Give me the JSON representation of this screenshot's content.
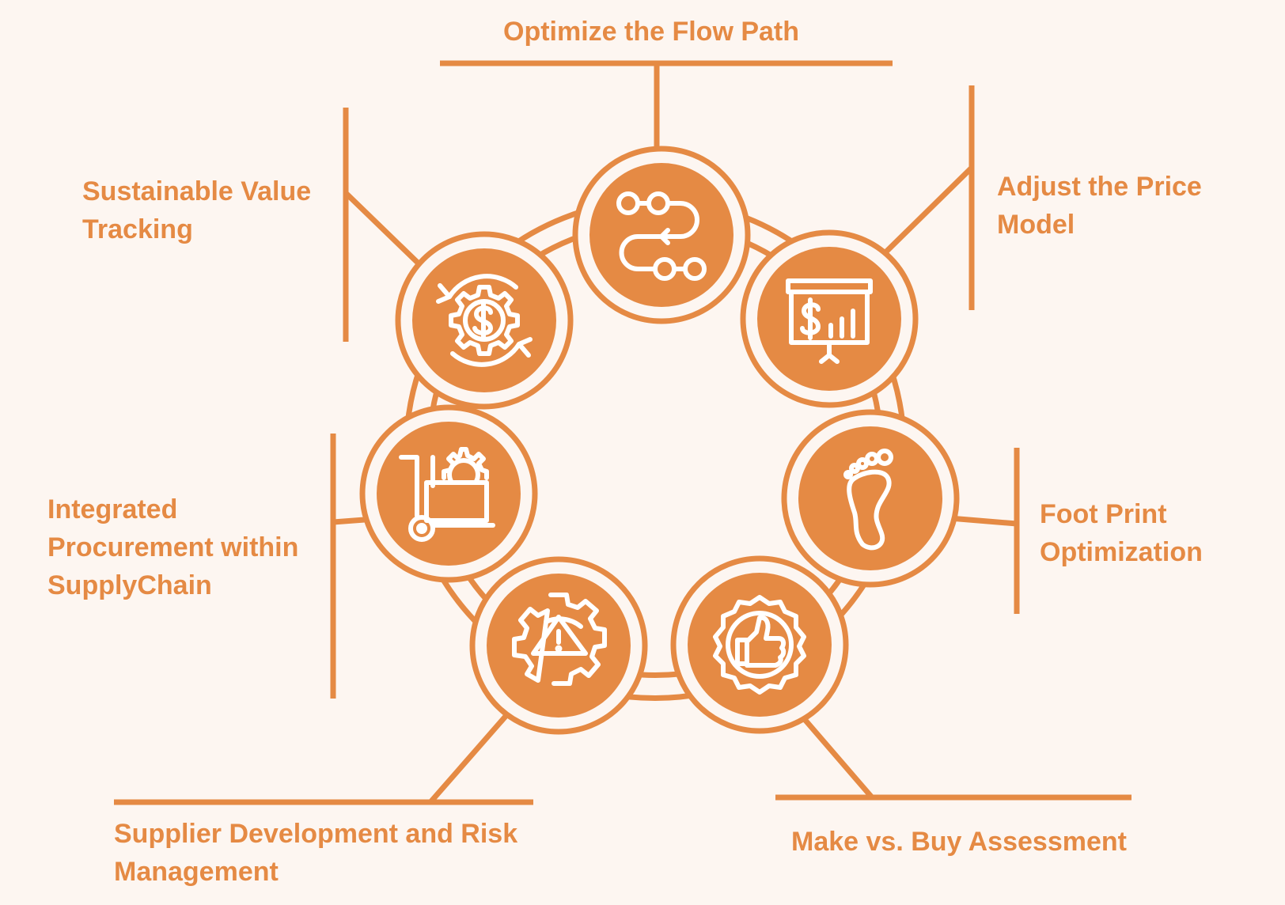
{
  "colors": {
    "accent": "#e58a44",
    "background": "#fdf6f1",
    "icon": "#ffffff"
  },
  "steps": [
    {
      "label": [
        "Optimize the Flow Path"
      ],
      "icon": "flow-path-icon"
    },
    {
      "label": [
        "Adjust the Price",
        "Model"
      ],
      "icon": "price-chart-presentation-icon"
    },
    {
      "label": [
        "Foot Print",
        "Optimization"
      ],
      "icon": "footprint-icon"
    },
    {
      "label": [
        "Make vs. Buy Assessment"
      ],
      "icon": "thumbs-up-badge-icon"
    },
    {
      "label": [
        "Supplier Development and Risk",
        "Management"
      ],
      "icon": "gear-warning-icon"
    },
    {
      "label": [
        "Integrated",
        "Procurement within",
        "SupplyChain"
      ],
      "icon": "hand-truck-gear-icon"
    },
    {
      "label": [
        "Sustainable Value",
        "Tracking"
      ],
      "icon": "dollar-gear-cycle-icon"
    }
  ]
}
